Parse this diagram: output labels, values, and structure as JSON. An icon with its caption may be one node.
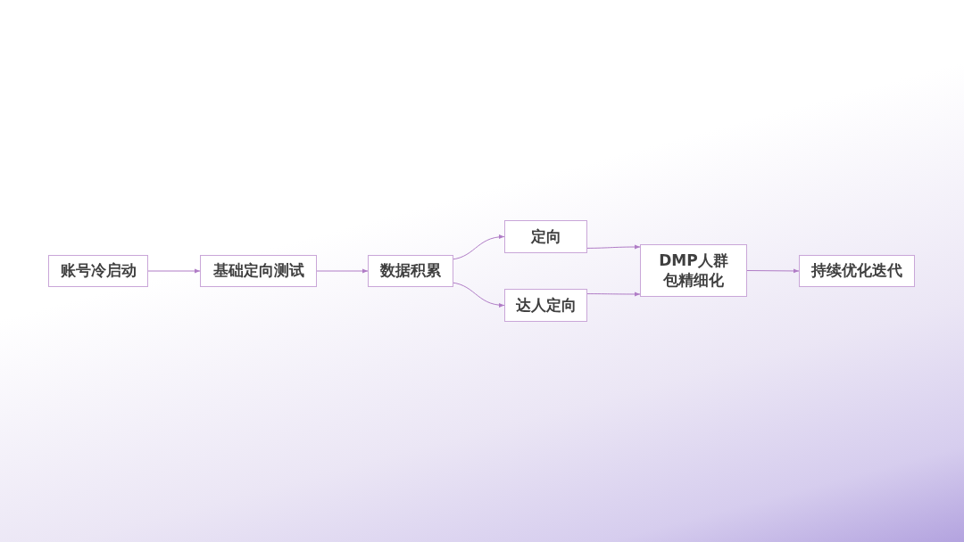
{
  "diagram": {
    "nodes": [
      {
        "text": [
          "账号冷启动"
        ]
      },
      {
        "text": [
          "基础定向测试"
        ]
      },
      {
        "text": [
          "数据积累"
        ]
      },
      {
        "text": [
          "定向"
        ]
      },
      {
        "text": [
          "达人定向"
        ]
      },
      {
        "text": [
          "DMP人群包精细化"
        ]
      },
      {
        "text": [
          "持续优化迭代"
        ]
      }
    ],
    "edges": [
      {
        "from": 0,
        "to": 1,
        "arrow": "to"
      },
      {
        "from": 1,
        "to": 2,
        "arrow": "to"
      },
      {
        "from": 2,
        "to": 3,
        "arrow": "to"
      },
      {
        "from": 2,
        "to": 4,
        "arrow": "to"
      },
      {
        "from": 3,
        "to": 5,
        "arrow": "to"
      },
      {
        "from": 4,
        "to": 5,
        "arrow": "to"
      },
      {
        "from": 5,
        "to": 6,
        "arrow": "to"
      }
    ]
  }
}
